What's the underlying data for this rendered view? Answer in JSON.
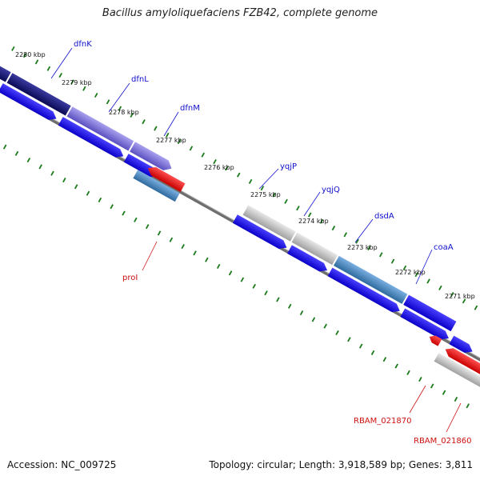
{
  "title": "Bacillus amyloliquefaciens FZB42, complete genome",
  "footer": {
    "accession": "Accession: NC_009725",
    "topology": "Topology: circular; Length: 3,918,589 bp; Genes: 3,811"
  },
  "colors": {
    "axis": "#777777",
    "tick": "#1a7a1a",
    "gene_label": "#1010cc",
    "rna_label": "#cc1010",
    "blue": "#1a10ee",
    "navy": "#101070",
    "lavender": "#7a70d8",
    "steelblue": "#4a86b8",
    "grey": "#bdbdbd",
    "red": "#ee1010"
  },
  "scale": {
    "unit": "kbp",
    "tick_labels": [
      "2280 kbp",
      "2279 kbp",
      "2278 kbp",
      "2277 kbp",
      "2276 kbp",
      "2275 kbp",
      "2274 kbp",
      "2273 kbp",
      "2272 kbp",
      "2271 kbp"
    ]
  },
  "genes": [
    {
      "name": "dfnK",
      "color_role": "navy"
    },
    {
      "name": "dfnL",
      "color_role": "lavender"
    },
    {
      "name": "dfnM",
      "color_role": "lavender"
    },
    {
      "name": "yqjP",
      "color_role": "grey"
    },
    {
      "name": "yqjQ",
      "color_role": "grey"
    },
    {
      "name": "dsdA",
      "color_role": "steelblue"
    },
    {
      "name": "coaA",
      "color_role": "blue"
    },
    {
      "name": "proI",
      "color_role": "steelblue"
    },
    {
      "name": "RBAM_021870",
      "color_role": "red"
    },
    {
      "name": "RBAM_021860",
      "color_role": "grey"
    }
  ]
}
